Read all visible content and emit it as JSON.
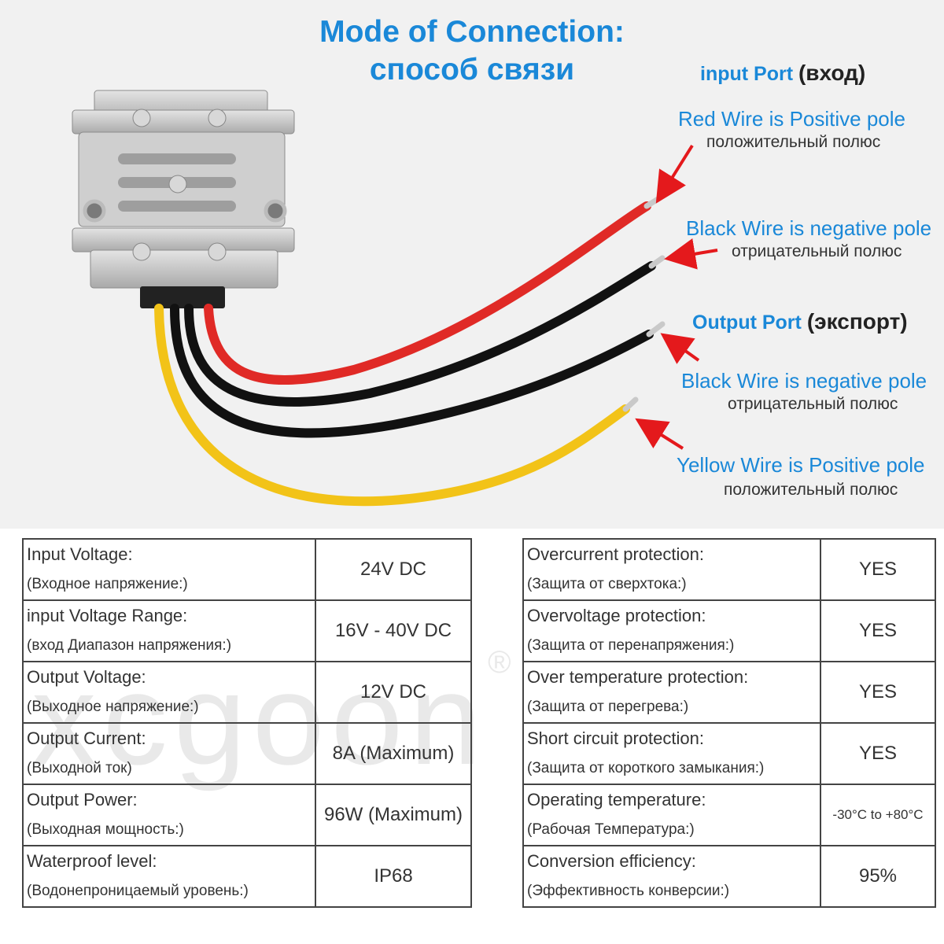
{
  "header": {
    "title_en": "Mode of Connection:",
    "title_ru": "способ связи"
  },
  "input_port": {
    "label_en": "input Port",
    "label_ru": "(вход)"
  },
  "output_port": {
    "label_en": "Output Port",
    "label_ru": "(экспорт)"
  },
  "wires": [
    {
      "en": "Red Wire is Positive pole",
      "ru": "положительный полюс",
      "color": "#e02a26"
    },
    {
      "en": "Black Wire is negative pole",
      "ru": "отрицательный полюс",
      "color": "#111111"
    },
    {
      "en": "Black Wire is negative pole",
      "ru": "отрицательный полюс",
      "color": "#111111"
    },
    {
      "en": "Yellow Wire is Positive pole",
      "ru": "положительный полюс",
      "color": "#f2c318"
    }
  ],
  "watermark": {
    "text": "xcgoon",
    "reg": "®"
  },
  "specs": {
    "left": [
      {
        "en": "Input Voltage:",
        "ru": "(Входное напряжение:)",
        "value": "24V DC"
      },
      {
        "en": "input Voltage Range:",
        "ru": "(вход Диапазон напряжения:)",
        "value": "16V - 40V DC"
      },
      {
        "en": "Output Voltage:",
        "ru": "(Выходное напряжение:)",
        "value": "12V DC"
      },
      {
        "en": "Output Current:",
        "ru": "(Выходной ток)",
        "value": "8A (Maximum)"
      },
      {
        "en": "Output Power:",
        "ru": "(Выходная мощность:)",
        "value": "96W (Maximum)"
      },
      {
        "en": "Waterproof level:",
        "ru": "(Водонепроницаемый уровень:)",
        "value": "IP68"
      }
    ],
    "right": [
      {
        "en": "Overcurrent protection:",
        "ru": "(Защита от сверхтока:)",
        "value": "YES"
      },
      {
        "en": "Overvoltage protection:",
        "ru": "(Защита от перенапряжения:)",
        "value": "YES"
      },
      {
        "en": "Over temperature protection:",
        "ru": "(Защита от перегрева:)",
        "value": "YES"
      },
      {
        "en": "Short circuit protection:",
        "ru": "(Защита от короткого замыкания:)",
        "value": "YES"
      },
      {
        "en": "Operating temperature:",
        "ru": "(Рабочая Температура:)",
        "value": "-30°C to +80°C"
      },
      {
        "en": "Conversion efficiency:",
        "ru": "(Эффективность конверсии:)",
        "value": "95%"
      }
    ]
  }
}
